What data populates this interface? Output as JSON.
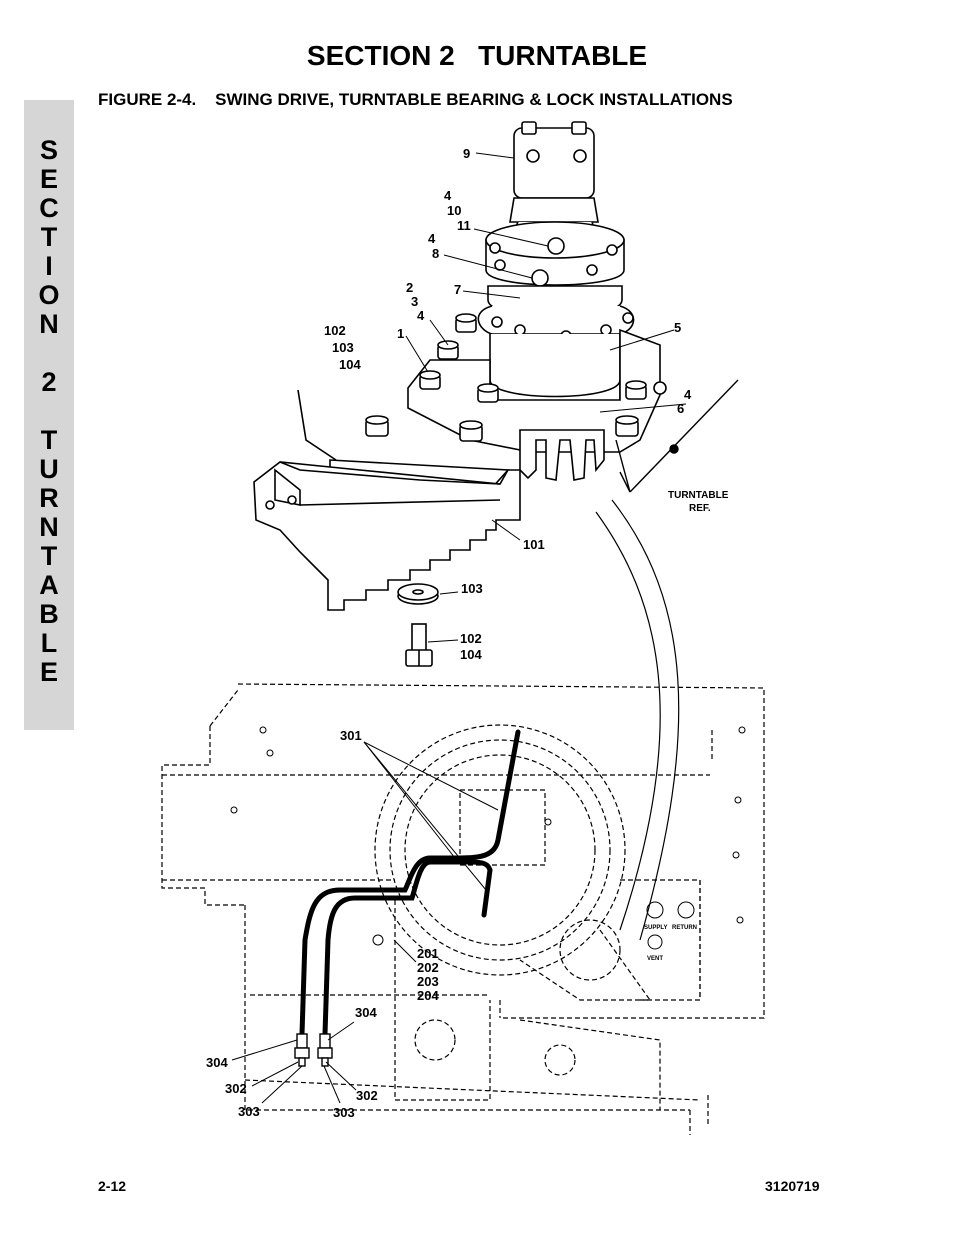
{
  "header": {
    "section_title": "SECTION 2   TURNTABLE",
    "figure_title": "FIGURE 2-4.    SWING DRIVE, TURNTABLE BEARING & LOCK INSTALLATIONS"
  },
  "side_tab": {
    "letters": [
      "S",
      "E",
      "C",
      "T",
      "I",
      "O",
      "N",
      "",
      "2",
      "",
      "T",
      "U",
      "R",
      "N",
      "T",
      "A",
      "B",
      "L",
      "E"
    ]
  },
  "callouts": {
    "c9": "9",
    "c4a": "4",
    "c10": "10",
    "c11": "11",
    "c4b": "4",
    "c8": "8",
    "c2": "2",
    "c3": "3",
    "c4c": "4",
    "c7": "7",
    "c102a": "102",
    "c103a": "103",
    "c104a": "104",
    "c1": "1",
    "c5": "5",
    "c4d": "4",
    "c6": "6",
    "c101": "101",
    "c103b": "103",
    "c102b": "102",
    "c104b": "104",
    "c301": "301",
    "c201": "201",
    "c202": "202",
    "c203": "203",
    "c204": "204",
    "c304a": "304",
    "c304b": "304",
    "c302a": "302",
    "c303a": "303",
    "c302b": "302",
    "c303b": "303"
  },
  "labels": {
    "turntable_ref_line1": "TURNTABLE",
    "turntable_ref_line2": "REF.",
    "supply": "SUPPLY",
    "return": "RETURN",
    "vent": "VENT"
  },
  "footer": {
    "page_number": "2-12",
    "doc_number": "3120719"
  }
}
